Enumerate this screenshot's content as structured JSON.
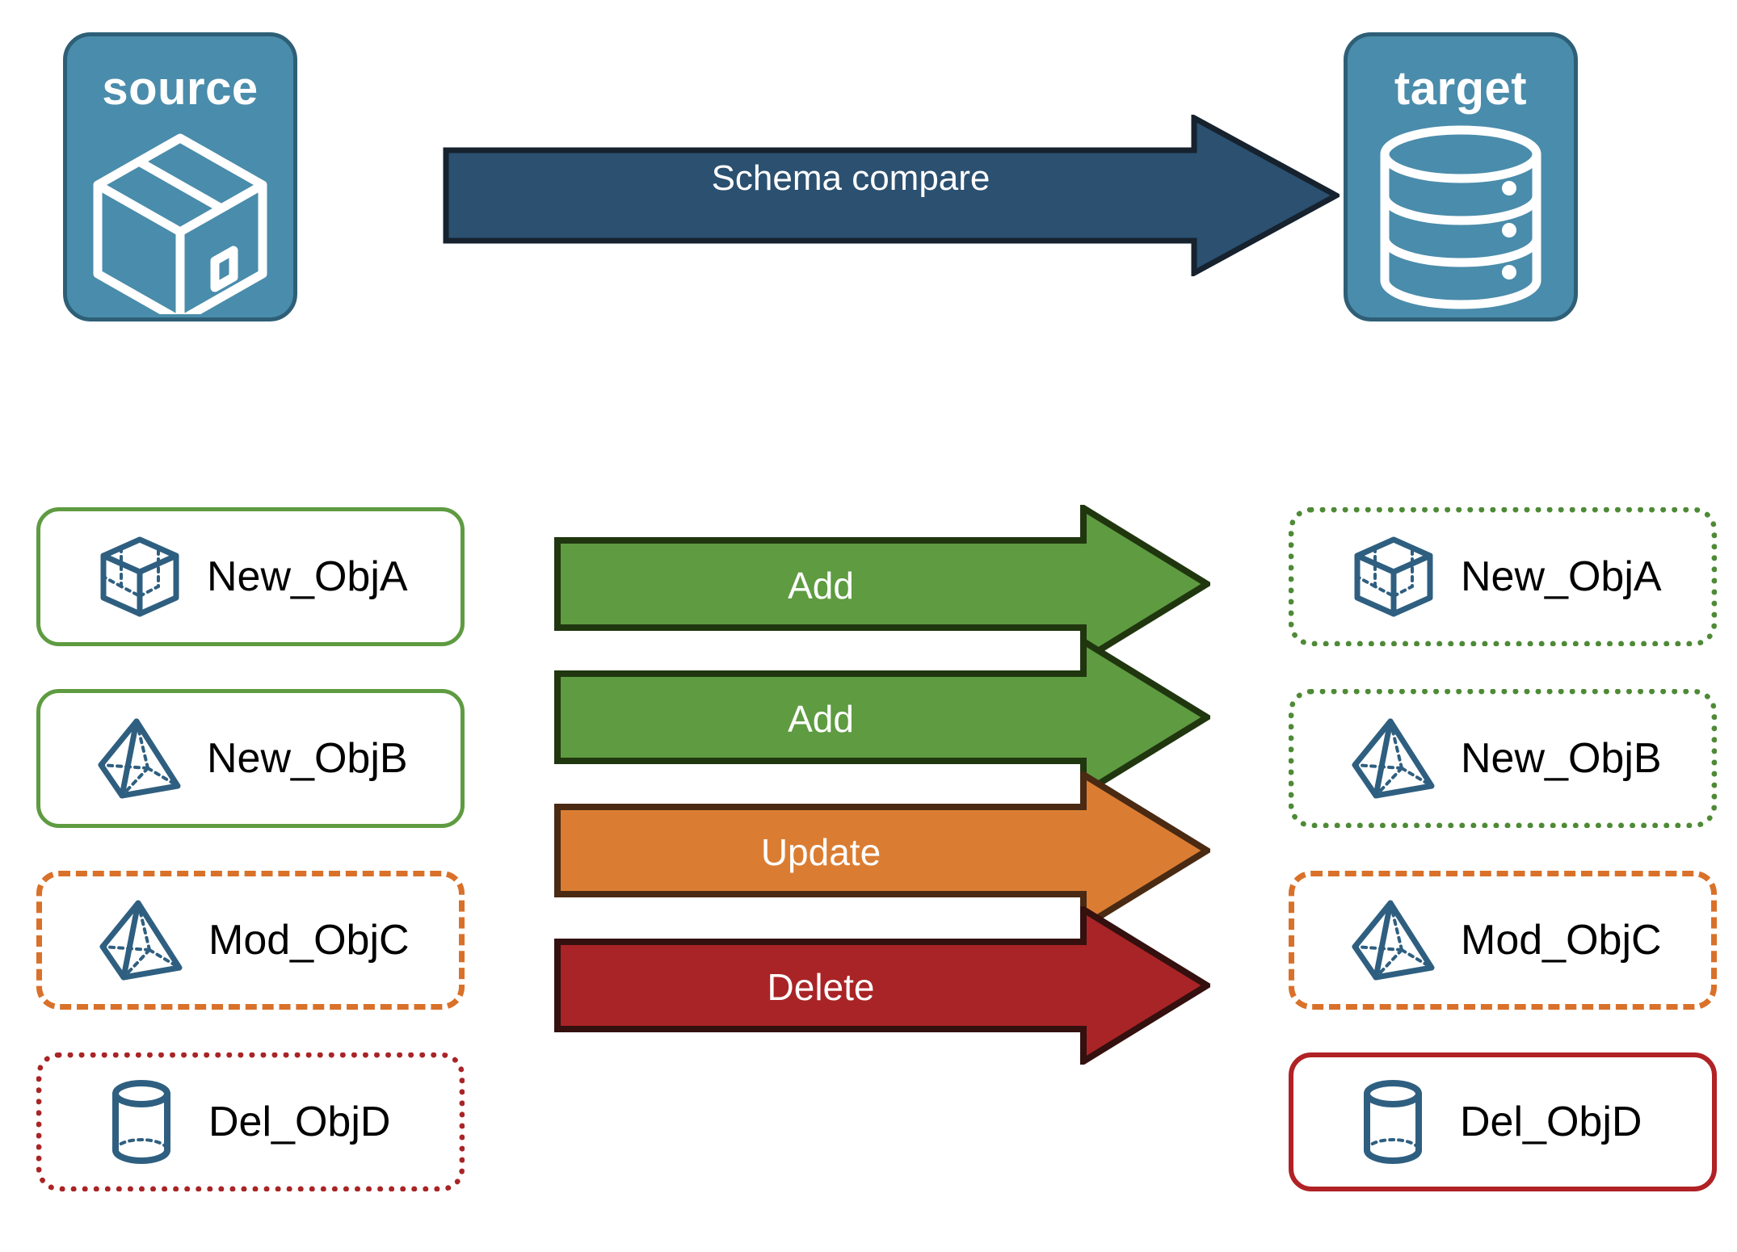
{
  "diagram": {
    "title_source": "source",
    "title_target": "target",
    "compare_arrow_label": "Schema compare",
    "colors": {
      "endpoint_fill": "#4a8cab",
      "endpoint_border": "#2e5f77",
      "compare_arrow_fill": "#2b5070",
      "compare_arrow_border": "#16222e",
      "add_fill": "#5e9b41",
      "add_border": "#20360f",
      "update_fill": "#da7d33",
      "update_border": "#4a2a12",
      "delete_fill": "#a92426",
      "delete_border": "#34100f",
      "object_icon": "#2f5f80",
      "label_text": "#000000"
    },
    "icons": {
      "source": "package-box-icon",
      "target": "database-cylinder-icon"
    }
  },
  "rows": [
    {
      "action": "Add",
      "arrow_fill": "#5e9b41",
      "arrow_border": "#20360f",
      "source_object": {
        "label": "New_ObjA",
        "icon": "cube-wireframe-icon",
        "border_style": "bd-green-solid"
      },
      "target_object": {
        "label": "New_ObjA",
        "icon": "cube-wireframe-icon",
        "border_style": "bd-green-dotted"
      }
    },
    {
      "action": "Add",
      "arrow_fill": "#5e9b41",
      "arrow_border": "#20360f",
      "source_object": {
        "label": "New_ObjB",
        "icon": "pyramid-wireframe-icon",
        "border_style": "bd-green-solid"
      },
      "target_object": {
        "label": "New_ObjB",
        "icon": "pyramid-wireframe-icon",
        "border_style": "bd-green-dotted"
      }
    },
    {
      "action": "Update",
      "arrow_fill": "#da7d33",
      "arrow_border": "#4a2a12",
      "source_object": {
        "label": "Mod_ObjC",
        "icon": "pyramid-wireframe-icon",
        "border_style": "bd-orange-dashed"
      },
      "target_object": {
        "label": "Mod_ObjC",
        "icon": "pyramid-wireframe-icon",
        "border_style": "bd-orange-dashed"
      }
    },
    {
      "action": "Delete",
      "arrow_fill": "#a92426",
      "arrow_border": "#34100f",
      "source_object": {
        "label": "Del_ObjD",
        "icon": "cylinder-wireframe-icon",
        "border_style": "bd-red-dotted"
      },
      "target_object": {
        "label": "Del_ObjD",
        "icon": "cylinder-wireframe-icon",
        "border_style": "bd-red-solid"
      }
    }
  ]
}
